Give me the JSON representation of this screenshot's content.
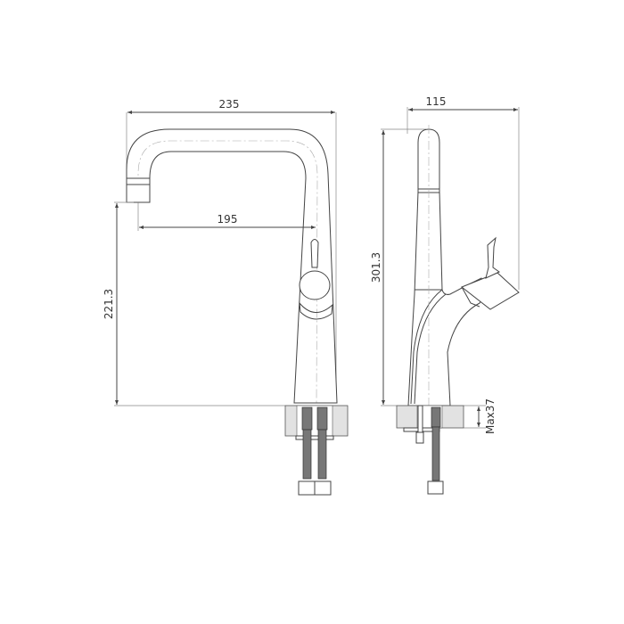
{
  "front_view": {
    "dimensions": {
      "overall_width": "235",
      "spout_reach": "195",
      "spout_height": "221.3"
    }
  },
  "side_view": {
    "dimensions": {
      "depth": "115",
      "total_height": "301.3",
      "max_countertop": "Max37"
    }
  }
}
